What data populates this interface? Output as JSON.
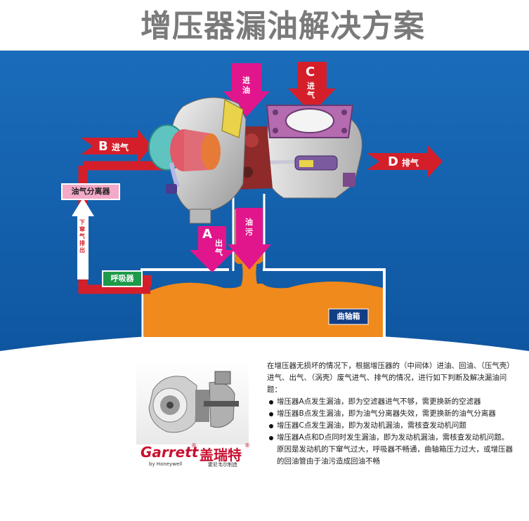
{
  "title": "增压器漏油解决方案",
  "arrows": {
    "a": {
      "letter": "A",
      "text": "出气"
    },
    "b": {
      "letter": "B",
      "text": "进气"
    },
    "c": {
      "letter": "C",
      "text": "进气"
    },
    "d": {
      "letter": "D",
      "text": "排气"
    },
    "oil_in": {
      "text": "进油"
    },
    "oil_dirt": {
      "text": "油污"
    },
    "blowby": {
      "text": "下窜气排出"
    }
  },
  "boxes": {
    "separator": "油气分离器",
    "breather": "呼吸器",
    "crankcase": "曲轴箱"
  },
  "brand": {
    "name": "Garrett",
    "cn_name": "盖瑞特",
    "by": "by Honeywell",
    "maker": "霍尼韦尔制造"
  },
  "description": {
    "intro": "在增压器无损坏的情况下，根据增压器的（中间体）进油、回油、（压气壳）进气、出气、（涡壳）废气进气、排气的情况，进行如下判断及解决漏油问题：",
    "items": [
      "增压器A点发生漏油，即为空滤器进气不够，需更换新的空滤器",
      "增压器B点发生漏油，即为油气分离器失效，需更换新的油气分离器",
      "增压器C点发生漏油，即为发动机漏油，需核查发动机问题",
      "增压器A点和D点同时发生漏油，即为发动机漏油，需核查发动机问题。原因是发动机的下窜气过大，呼吸器不畅通，曲轴箱压力过大，或增压器的回油管由于油污造成回油不畅"
    ]
  },
  "colors": {
    "blue": "#1565b0",
    "magenta": "#e2168c",
    "red": "#d41f2b",
    "orange": "#f08a1c",
    "green": "#1d9a4a",
    "navy": "#123e86"
  }
}
